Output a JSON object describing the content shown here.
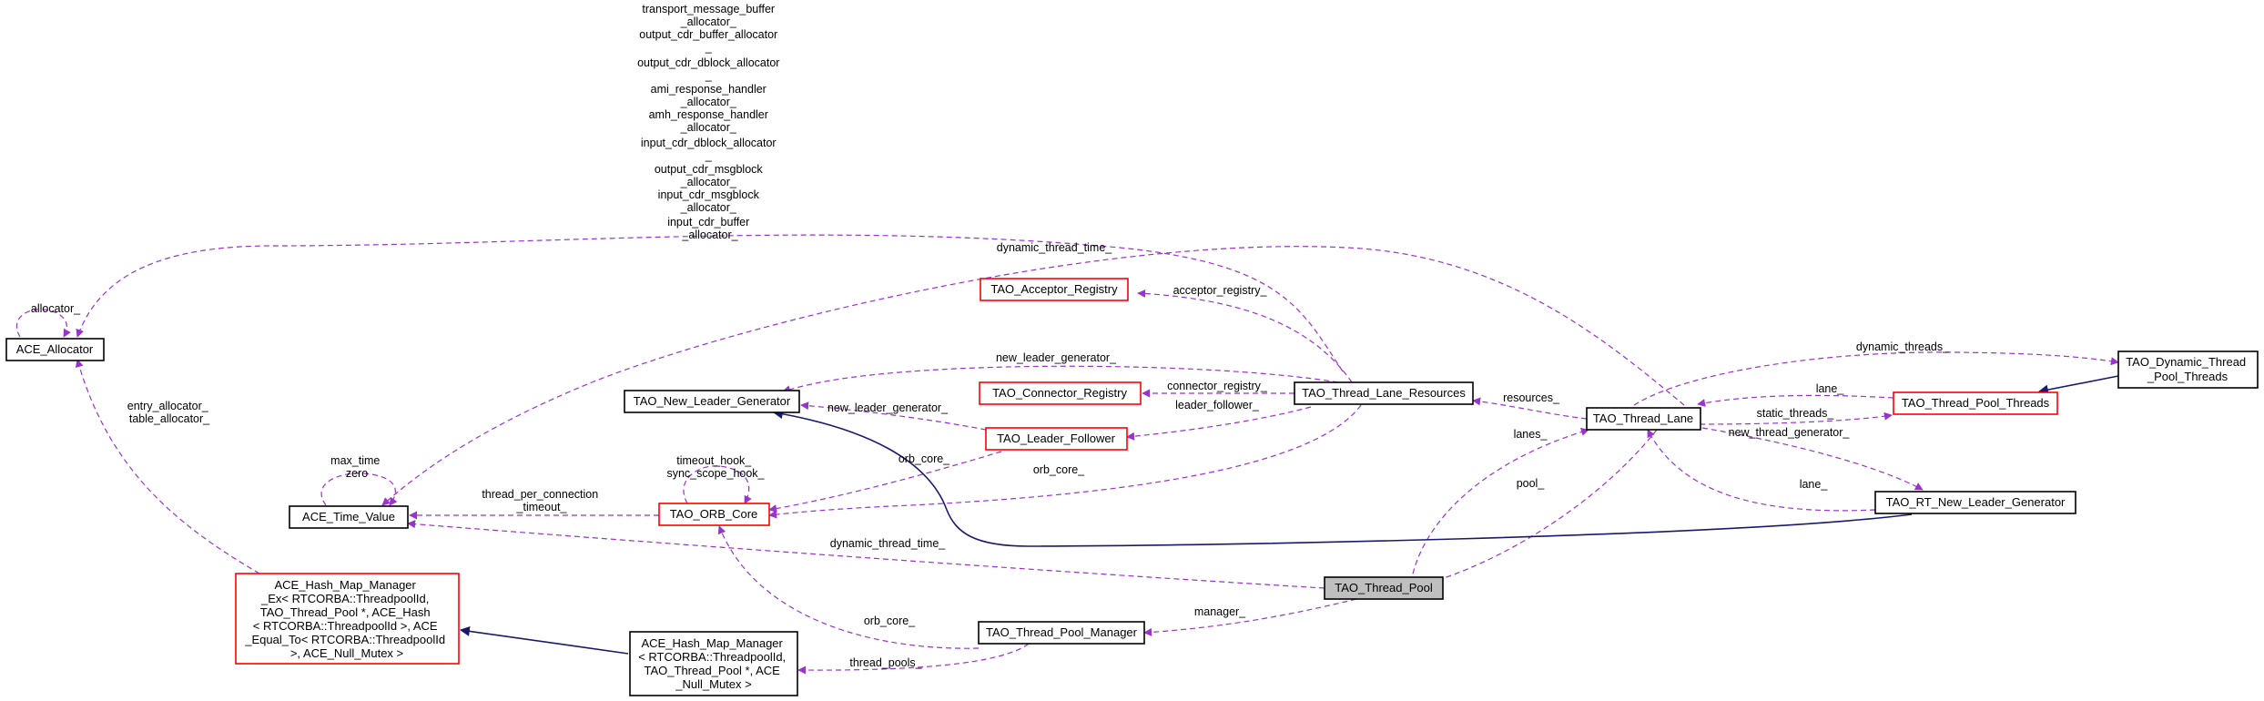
{
  "colors": {
    "usage_edge": "#9a32cd",
    "inherit_edge": "#191970",
    "focus_fill": "#bfbfbf",
    "linked_border": "#000000",
    "unlinked_border": "#ff0000"
  },
  "nodes": {
    "ace_allocator": [
      "ACE_Allocator"
    ],
    "ace_time_value": [
      "ACE_Time_Value"
    ],
    "hash_map_ex": [
      "ACE_Hash_Map_Manager",
      "_Ex< RTCORBA::ThreadpoolId,",
      " TAO_Thread_Pool *, ACE_Hash",
      "< RTCORBA::ThreadpoolId >, ACE",
      "_Equal_To< RTCORBA::ThreadpoolId",
      " >, ACE_Null_Mutex >"
    ],
    "hash_map": [
      "ACE_Hash_Map_Manager",
      "< RTCORBA::ThreadpoolId,",
      " TAO_Thread_Pool *, ACE",
      "_Null_Mutex >"
    ],
    "new_leader_generator": [
      "TAO_New_Leader_Generator"
    ],
    "orb_core": [
      "TAO_ORB_Core"
    ],
    "acceptor_registry": [
      "TAO_Acceptor_Registry"
    ],
    "connector_registry": [
      "TAO_Connector_Registry"
    ],
    "leader_follower": [
      "TAO_Leader_Follower"
    ],
    "thread_lane_resources": [
      "TAO_Thread_Lane_Resources"
    ],
    "thread_pool_manager": [
      "TAO_Thread_Pool_Manager"
    ],
    "thread_pool": [
      "TAO_Thread_Pool"
    ],
    "thread_lane": [
      "TAO_Thread_Lane"
    ],
    "thread_pool_threads": [
      "TAO_Thread_Pool_Threads"
    ],
    "dynamic_thread_pool_threads": [
      "TAO_Dynamic_Thread",
      "_Pool_Threads"
    ],
    "rt_new_leader_generator": [
      "TAO_RT_New_Leader_Generator"
    ]
  },
  "edge_labels": {
    "resource_allocators": [
      "transport_message_buffer",
      "_allocator_",
      "output_cdr_buffer_allocator",
      "_",
      "output_cdr_dblock_allocator",
      "_",
      "ami_response_handler",
      "_allocator_",
      "amh_response_handler",
      "_allocator_",
      "input_cdr_dblock_allocator",
      "_",
      "output_cdr_msgblock",
      "_allocator_",
      "input_cdr_msgblock",
      "_allocator_",
      "input_cdr_buffer",
      "_allocator_"
    ],
    "allocator_self": "allocator_",
    "entry_allocator": [
      "entry_allocator_",
      "table_allocator_"
    ],
    "time_self": [
      "max_time",
      "zero"
    ],
    "orb_self": [
      "timeout_hook_",
      "sync_scope_hook_"
    ],
    "thread_per_connection": [
      "thread_per_connection",
      "_timeout_"
    ],
    "dynamic_thread_time_top": "dynamic_thread_time_",
    "dynamic_thread_time_bottom": "dynamic_thread_time_",
    "acceptor_registry": "acceptor_registry_",
    "new_leader_generator_top": "new_leader_generator_",
    "new_leader_generator_lf": "new_leader_generator_",
    "connector_registry": "connector_registry_",
    "leader_follower": "leader_follower_",
    "orb_core_lf": "orb_core_",
    "orb_core_resources": "orb_core_",
    "orb_core_manager": "orb_core_",
    "resources": "resources_",
    "dynamic_threads": "dynamic_threads_",
    "lane_threads": "lane_",
    "static_threads": "static_threads_",
    "new_thread_generator": "new_thread_generator_",
    "lane_rt": "lane_",
    "lanes": "lanes_",
    "pool": "pool_",
    "manager": "manager_",
    "thread_pools": "thread_pools_"
  }
}
